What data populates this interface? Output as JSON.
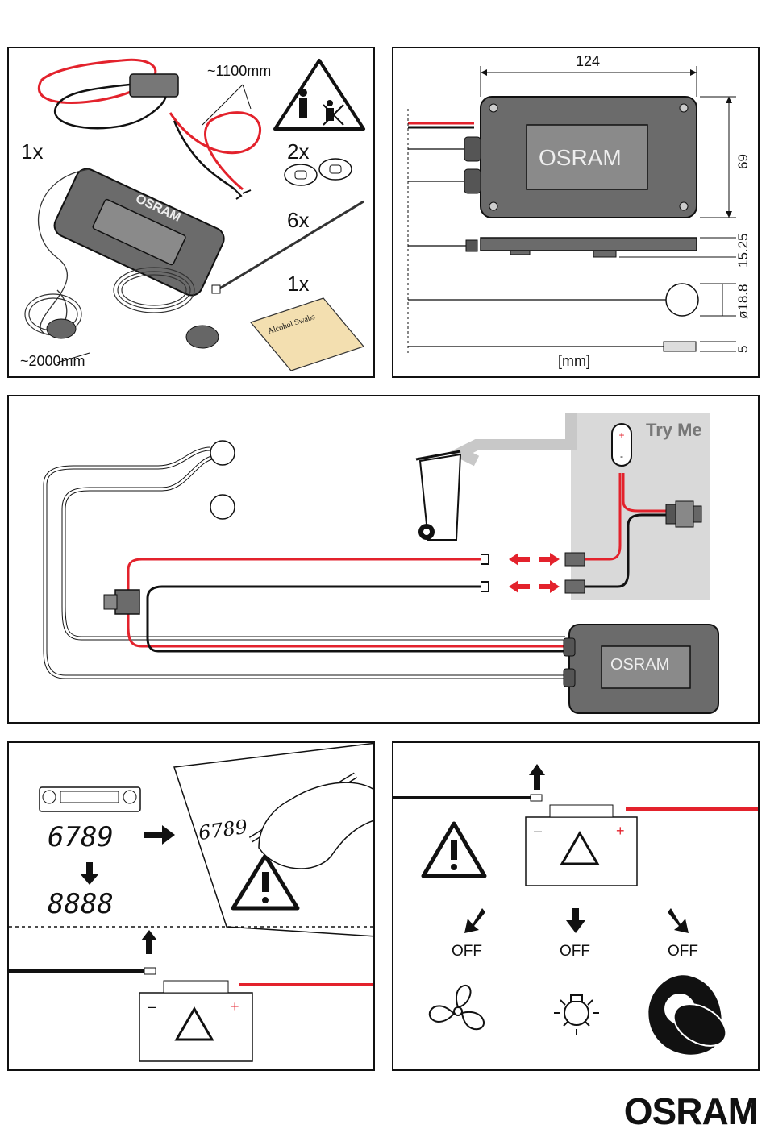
{
  "panel1": {
    "qty_unit": "1x",
    "qty_rings": "2x",
    "qty_ties": "6x",
    "qty_swabs": "1x",
    "len_power": "~1100mm",
    "len_sensor": "~2000mm",
    "swab_label": "Alcohol Swabs",
    "logo": "OSRAM"
  },
  "panel2": {
    "dim_width": "124",
    "dim_height": "69",
    "dim_thickness": "15.25",
    "dim_sensor_dia": "ø18.8",
    "dim_sensor_h": "5",
    "unit": "[mm]",
    "logo": "OSRAM"
  },
  "panel3": {
    "tryme": "Try Me",
    "logo": "OSRAM"
  },
  "panel4": {
    "display_code": "6789",
    "display_blank": "8888",
    "handwriting": "6789"
  },
  "panel5": {
    "off_labels": [
      "OFF",
      "OFF",
      "OFF"
    ]
  },
  "brand": "OSRAM",
  "colors": {
    "red": "#e3222c",
    "black": "#111111",
    "grey_box": "#d9d9d9",
    "device": "#6b6b6b"
  }
}
